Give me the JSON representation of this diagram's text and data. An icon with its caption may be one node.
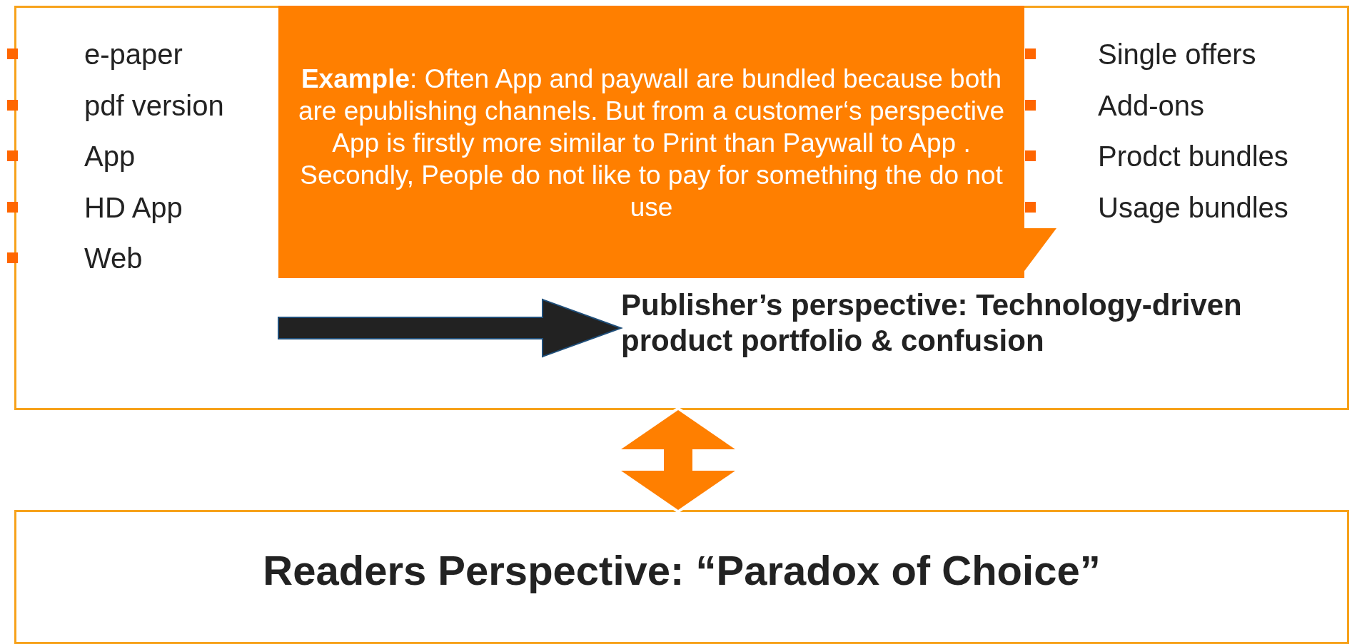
{
  "diagram": {
    "nodes": [
      {
        "text": [],
        "shape": "box"
      },
      {
        "text": [
          "e-paper",
          "pdf version",
          "App",
          "HD App",
          "Web"
        ],
        "in": 0
      },
      {
        "text": [
          "Single offers",
          "Add-ons",
          "Prodct bundles",
          "Usage bundles"
        ],
        "in": 0
      },
      {
        "text": [
          "Publisher’s perspective: Technology-driven product portfolio & confusion"
        ],
        "in": 0
      },
      {
        "text": [
          "**Example**: Often App and paywall are bundled because both are epublishing channels. But from a customer‘s perspective App is firstly more similar to Print than Paywall to App . Secondly, People do not like to pay for something the do not use"
        ],
        "in": 0
      },
      {
        "text": [
          "Readers Perspective: “Paradox of Choice”"
        ]
      }
    ],
    "edges": [
      {
        "from": 1,
        "to": 3,
        "arrow": "to",
        "style": "thick"
      },
      {
        "from": 0,
        "to": 5,
        "arrow": "both",
        "color": "#ff7f00"
      }
    ]
  }
}
